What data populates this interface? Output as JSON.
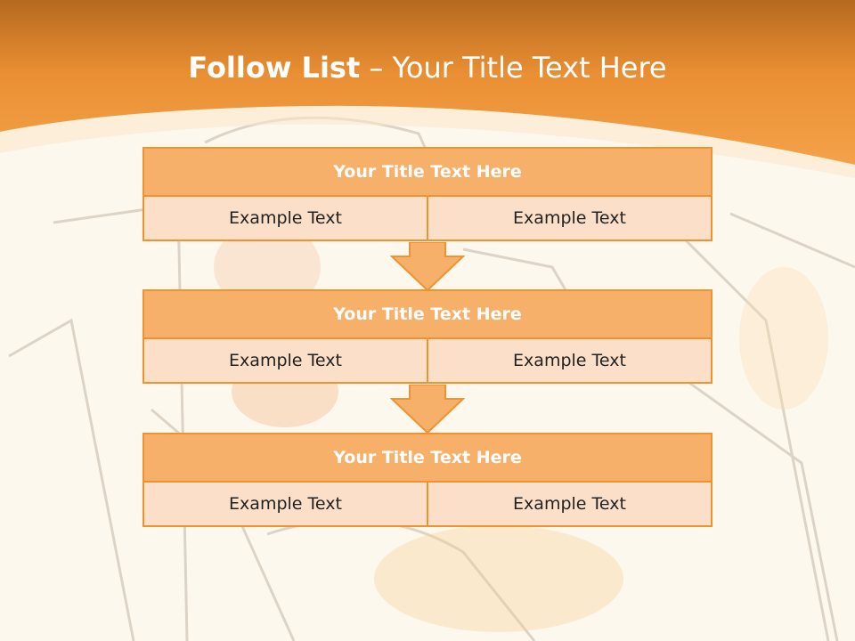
{
  "slide": {
    "title_bold": "Follow List",
    "title_rest": "– Your Title Text Here"
  },
  "colors": {
    "accent": "#f0922e",
    "title_fill": "#f6b06a",
    "cell_fill": "#fbdfc8",
    "header_band": "#f29a3a"
  },
  "blocks": [
    {
      "title": "Your Title Text Here",
      "left": "Example Text",
      "right": "Example Text"
    },
    {
      "title": "Your Title Text Here",
      "left": "Example Text",
      "right": "Example Text"
    },
    {
      "title": "Your Title Text Here",
      "left": "Example Text",
      "right": "Example Text"
    }
  ]
}
